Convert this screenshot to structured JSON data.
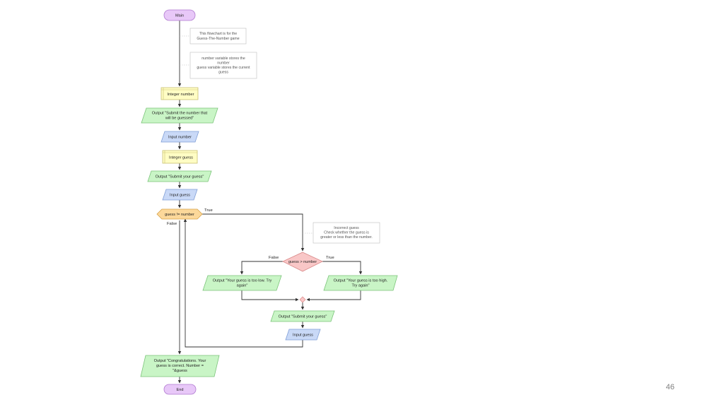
{
  "nodes": {
    "main": "Main",
    "int_number": "Integer number",
    "out_submit_number_1": "Output \"Submit the number that",
    "out_submit_number_2": "will be guessed\"",
    "in_number": "Input number",
    "int_guess": "Integer guess",
    "out_submit_guess": "Output \"Submit your guess\"",
    "in_guess": "Input guess",
    "cond_neq": "guess != number",
    "cond_gt": "guess > number",
    "out_low_1": "Output \"Your guess is too low. Try",
    "out_low_2": "again\"",
    "out_high_1": "Output \"Your guess is too high.",
    "out_high_2": "Try again\"",
    "out_submit_guess_2": "Output \"Submit your guess\"",
    "in_guess_2": "Input guess",
    "out_congrats_1": "Output \"Congratulations. Your",
    "out_congrats_2": "guess is correct. Number =",
    "out_congrats_3": "\"&guess",
    "end": "End"
  },
  "edge_labels": {
    "neq_true": "True",
    "neq_false": "False",
    "gt_false": "False",
    "gt_true": "True"
  },
  "comments": {
    "c1_1": "This flowchart is for the",
    "c1_2": "Guess-The-Number game",
    "c2_1": "number variable stores the",
    "c2_2": "number",
    "c2_3": "guess variable stores the current",
    "c2_4": "guess",
    "c3_1": "Incorrect guess",
    "c3_2": "Check whether the guess is",
    "c3_3": "greater or less than the number."
  },
  "colors": {
    "terminal": "#e8c8f8",
    "declare": "#fffdc4",
    "output": "#c9f5c6",
    "input": "#c9d9f7",
    "decision_loop": "#fcd89a",
    "decision_if": "#f9c7c7"
  },
  "page_number": "46"
}
